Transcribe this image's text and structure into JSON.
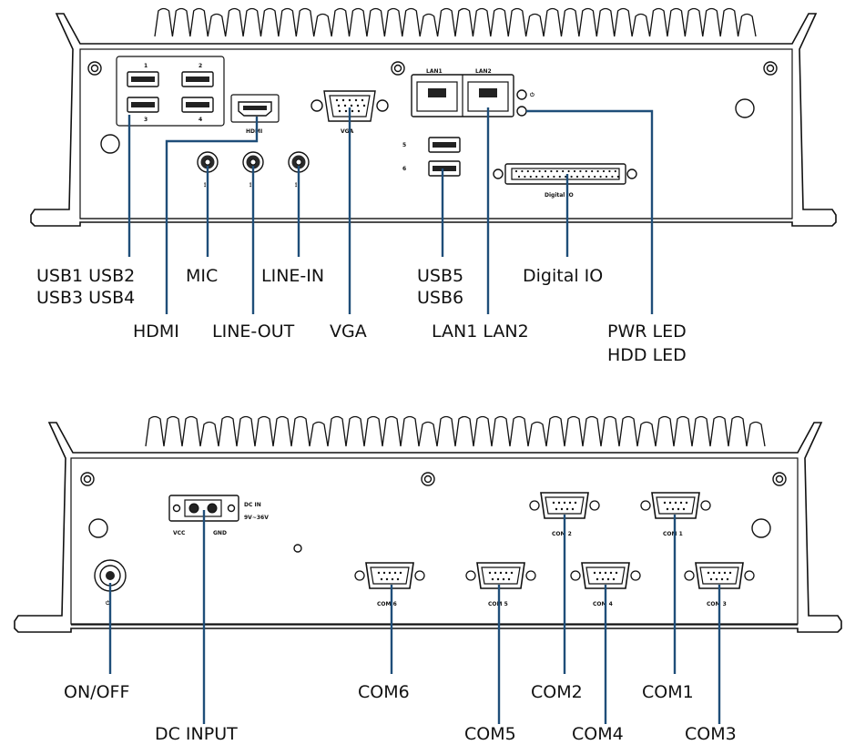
{
  "colors": {
    "leader": "#1f4e79",
    "outline": "#111111",
    "background": "#ffffff"
  },
  "front": {
    "labels": {
      "usb_top": "USB1 USB2",
      "usb_bottom": "USB3 USB4",
      "mic": "MIC",
      "line_in": "LINE-IN",
      "hdmi": "HDMI",
      "line_out": "LINE-OUT",
      "vga": "VGA",
      "usb5": "USB5",
      "usb6": "USB6",
      "lan": "LAN1 LAN2",
      "digital_io": "Digital IO",
      "pwr_led": "PWR LED",
      "hdd_led": "HDD LED"
    },
    "silk": {
      "usb1": "1",
      "usb2": "2",
      "usb3": "3",
      "usb4": "4",
      "hdmi": "HDMI",
      "vga": "VGA",
      "lan1": "LAN1",
      "lan2": "LAN2",
      "usb5": "5",
      "usb6": "6",
      "digital_io": "Digital IO"
    }
  },
  "rear": {
    "labels": {
      "on_off": "ON/OFF",
      "dc_input": "DC INPUT",
      "com1": "COM1",
      "com2": "COM2",
      "com3": "COM3",
      "com4": "COM4",
      "com5": "COM5",
      "com6": "COM6"
    },
    "silk": {
      "dc_in": "DC IN",
      "dc_range": "9V~36V",
      "vcc": "VCC",
      "gnd": "GND",
      "com1": "COM 1",
      "com2": "COM 2",
      "com3": "COM 3",
      "com4": "COM 4",
      "com5": "COM 5",
      "com6": "COM 6"
    }
  }
}
